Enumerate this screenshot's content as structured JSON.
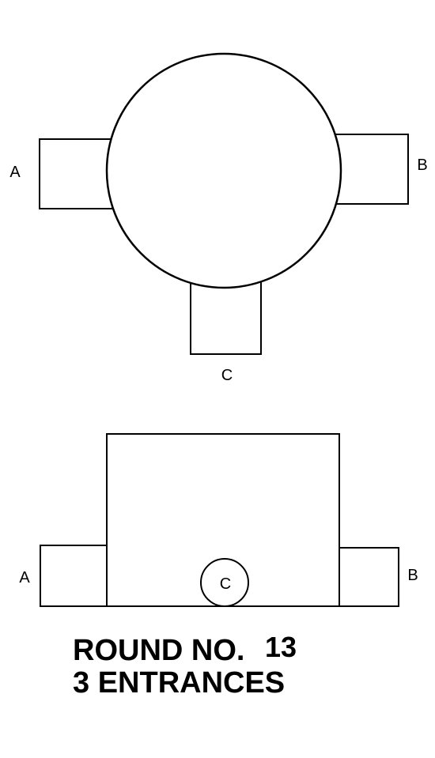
{
  "top_view": {
    "label_a": "A",
    "label_b": "B",
    "label_c": "C"
  },
  "side_view": {
    "label_a": "A",
    "label_b": "B",
    "label_c": "C"
  },
  "caption": {
    "line1": "ROUND NO.",
    "number": "13",
    "line2": "3 ENTRANCES"
  }
}
